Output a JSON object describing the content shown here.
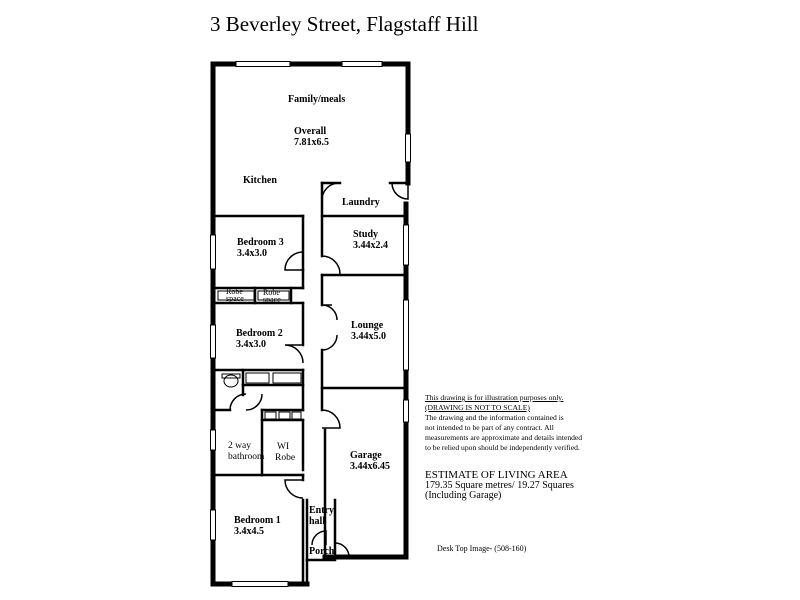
{
  "title": "3 Beverley Street,  Flagstaff Hill",
  "rooms": {
    "family": "Family/meals",
    "overall_label": "Overall",
    "overall_dim": "7.81x6.5",
    "kitchen": "Kitchen",
    "laundry": "Laundry",
    "bed3_name": "Bedroom 3",
    "bed3_dim": "3.4x3.0",
    "study_name": "Study",
    "study_dim": "3.44x2.4",
    "robe_a_1": "Robe",
    "robe_a_2": "space",
    "robe_b_1": "Robe",
    "robe_b_2": "space",
    "bed2_name": "Bedroom 2",
    "bed2_dim": "3.4x3.0",
    "lounge_name": "Lounge",
    "lounge_dim": "3.44x5.0",
    "bath_1": "2 way",
    "bath_2": "bathroom",
    "wi_1": "WI",
    "wi_2": "Robe",
    "garage_name": "Garage",
    "garage_dim": "3.44x6.45",
    "bed1_name": "Bedroom 1",
    "bed1_dim": "3.4x4.5",
    "entry_1": "Entry",
    "entry_2": "hall",
    "porch": "Porch"
  },
  "disclaimer": {
    "line1": "This drawing is for illustration purposes only.",
    "line2": "(DRAWING IS NOT TO SCALE)",
    "line3": "The drawing and the information contained is",
    "line4": "not intended to be part of any contract.  All",
    "line5": "measurements are approximate and details intended",
    "line6": "to be relied upon should be independently verified."
  },
  "estimate": {
    "heading": "ESTIMATE OF LIVING AREA",
    "line1": "179.35 Square metres/  19.27 Squares",
    "line2": "(Including Garage)"
  },
  "desktop_ref": "Desk Top Image-  (508-160)"
}
